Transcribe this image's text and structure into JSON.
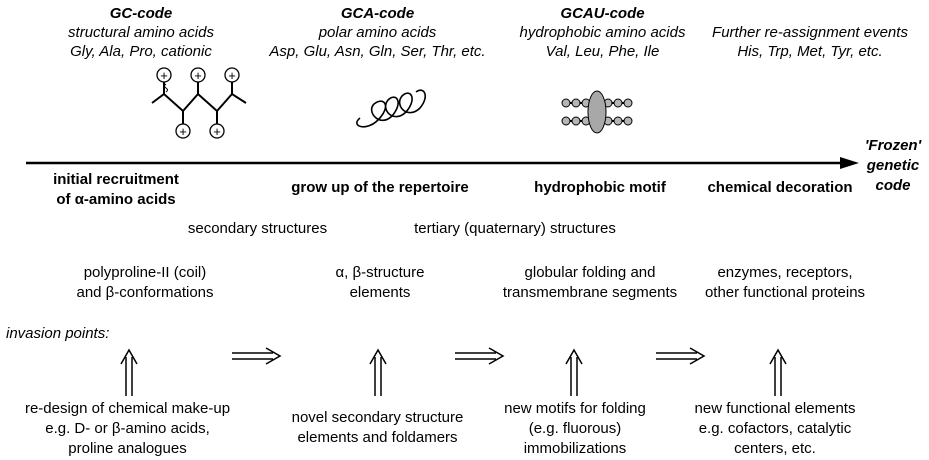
{
  "stages": [
    {
      "code": "GC-code",
      "desc": "structural amino acids",
      "examples": "Gly, Ala, Pro, cationic"
    },
    {
      "code": "GCA-code",
      "desc": "polar amino acids",
      "examples": "Asp, Glu, Asn, Gln, Ser, Thr, etc."
    },
    {
      "code": "GCAU-code",
      "desc": "hydrophobic amino acids",
      "examples": "Val, Leu, Phe, Ile"
    },
    {
      "title": "Further re-assignment events",
      "examples": "His, Trp, Met, Tyr, etc."
    }
  ],
  "timeline": {
    "end_label": [
      "'Frozen'",
      "genetic",
      "code"
    ],
    "phases": [
      {
        "lines": [
          "initial recruitment",
          "of α-amino acids"
        ]
      },
      {
        "lines": [
          "grow up of the repertoire"
        ]
      },
      {
        "lines": [
          "hydrophobic motif"
        ]
      },
      {
        "lines": [
          "chemical decoration"
        ]
      }
    ]
  },
  "structure_levels": [
    "secondary structures",
    "tertiary (quaternary) structures"
  ],
  "elements": [
    {
      "lines": [
        "polyproline-II (coil)",
        "and β-conformations"
      ]
    },
    {
      "lines": [
        "α, β-structure",
        "elements"
      ]
    },
    {
      "lines": [
        "globular folding and",
        "transmembrane segments"
      ]
    },
    {
      "lines": [
        "enzymes, receptors,",
        "other functional proteins"
      ]
    }
  ],
  "invasion_label": "invasion points:",
  "invasions": [
    {
      "lines": [
        "re-design of chemical make-up",
        "e.g. D- or β-amino acids,",
        "proline analogues"
      ]
    },
    {
      "lines": [
        "novel secondary structure",
        "elements and foldamers"
      ]
    },
    {
      "lines": [
        "new motifs for folding",
        "(e.g. fluorous)",
        "immobilizations"
      ]
    },
    {
      "lines": [
        "new functional elements",
        "e.g. cofactors, catalytic",
        "centers, etc."
      ]
    }
  ],
  "charge_symbol": "+"
}
